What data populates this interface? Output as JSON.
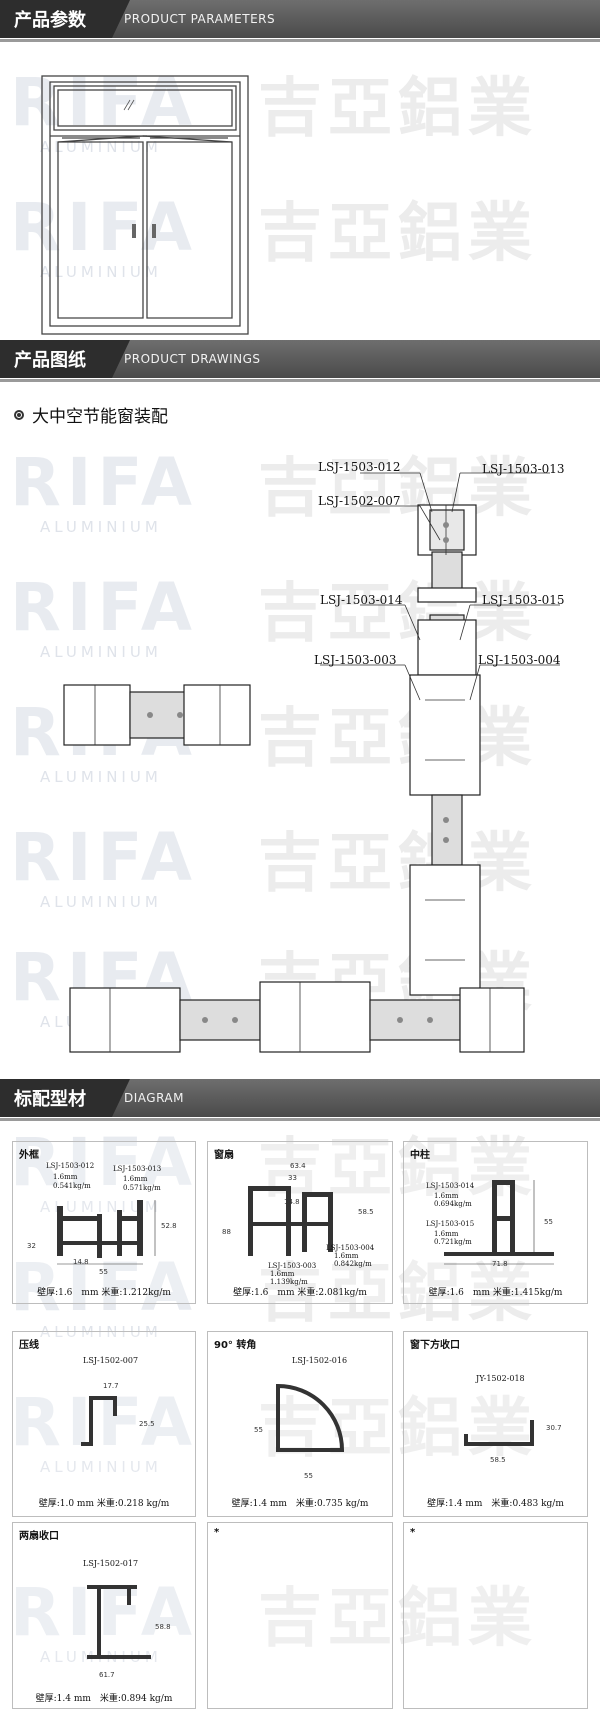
{
  "sections": {
    "parameters": {
      "cn": "产品参数",
      "en": "PRODUCT PARAMETERS"
    },
    "drawings": {
      "cn": "产品图纸",
      "en": "PRODUCT DRAWINGS"
    },
    "diagram": {
      "cn": "标配型材",
      "en": "DIAGRAM"
    }
  },
  "watermark": {
    "logo": "RIFA",
    "sub": "ALUMINIUM",
    "cn": "吉亞鋁業"
  },
  "drawings_subtitle": "大中空节能窗装配",
  "assembly_labels": {
    "l1": "LSJ-1503-012",
    "l2": "LSJ-1503-013",
    "l3": "LSJ-1502-007",
    "l4": "LSJ-1503-014",
    "l5": "LSJ-1503-015",
    "l6": "LSJ-1503-003",
    "l7": "LSJ-1503-004"
  },
  "diagram_cells": [
    {
      "title": "外框",
      "parts": [
        "LSJ-1503-012",
        "LSJ-1503-013"
      ],
      "notes": [
        "1.6mm",
        "0.541kg/m",
        "1.6mm",
        "0.571kg/m"
      ],
      "dims": [
        "52.8",
        "32",
        "14.8",
        "55"
      ],
      "foot": "壁厚:1.6　mm 米重:1.212kg/m"
    },
    {
      "title": "窗扇",
      "parts": [
        "LSJ-1503-003",
        "LSJ-1503-004"
      ],
      "notes": [
        "1.6mm",
        "1.139kg/m",
        "1.6mm",
        "0.842kg/m"
      ],
      "dims": [
        "63.4",
        "33",
        "14.8",
        "88",
        "58.5"
      ],
      "foot": "壁厚:1.6　mm 米重:2.081kg/m"
    },
    {
      "title": "中柱",
      "parts": [
        "LSJ-1503-014",
        "LSJ-1503-015"
      ],
      "notes": [
        "1.6mm",
        "0.694kg/m",
        "1.6mm",
        "0.721kg/m"
      ],
      "dims": [
        "55",
        "71.8"
      ],
      "foot": "壁厚:1.6　mm 米重:1.415kg/m"
    },
    {
      "title": "压线",
      "parts": [
        "LSJ-1502-007"
      ],
      "dims": [
        "17.7",
        "25.5"
      ],
      "foot": "壁厚:1.0 mm 米重:0.218 kg/m"
    },
    {
      "title": "90° 转角",
      "parts": [
        "LSJ-1502-016"
      ],
      "dims": [
        "55",
        "55"
      ],
      "foot": "壁厚:1.4 mm　米重:0.735 kg/m"
    },
    {
      "title": "窗下方收口",
      "parts": [
        "JY-1502-018"
      ],
      "dims": [
        "30.7",
        "58.5"
      ],
      "foot": "壁厚:1.4 mm　米重:0.483 kg/m"
    },
    {
      "title": "两扇收口",
      "parts": [
        "LSJ-1502-017"
      ],
      "dims": [
        "58.8",
        "61.7"
      ],
      "foot": "壁厚:1.4 mm　米重:0.894 kg/m"
    },
    {
      "title": "*"
    },
    {
      "title": "*"
    }
  ]
}
